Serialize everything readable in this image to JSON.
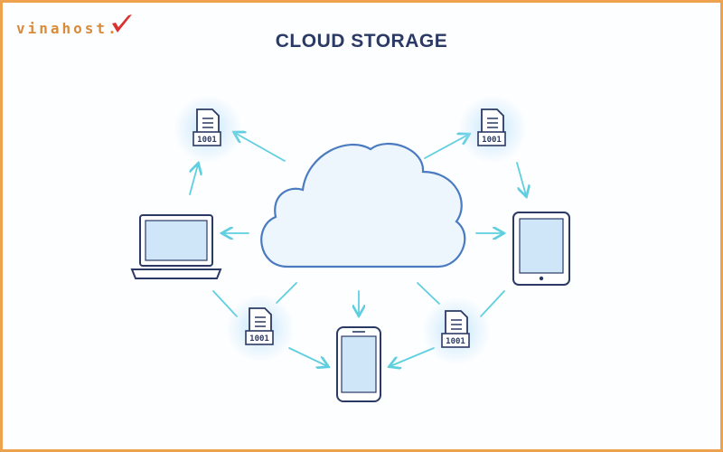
{
  "logo": {
    "text": "vinahost."
  },
  "title": "CLOUD STORAGE",
  "file_icon_label": "1001",
  "colors": {
    "border": "#efa24e",
    "navy": "#2b3a64",
    "arrow": "#5fcfe0",
    "cloud_fill": "#eef6fd",
    "screen": "#cfe5f8",
    "glow": "#bfe3fb"
  }
}
